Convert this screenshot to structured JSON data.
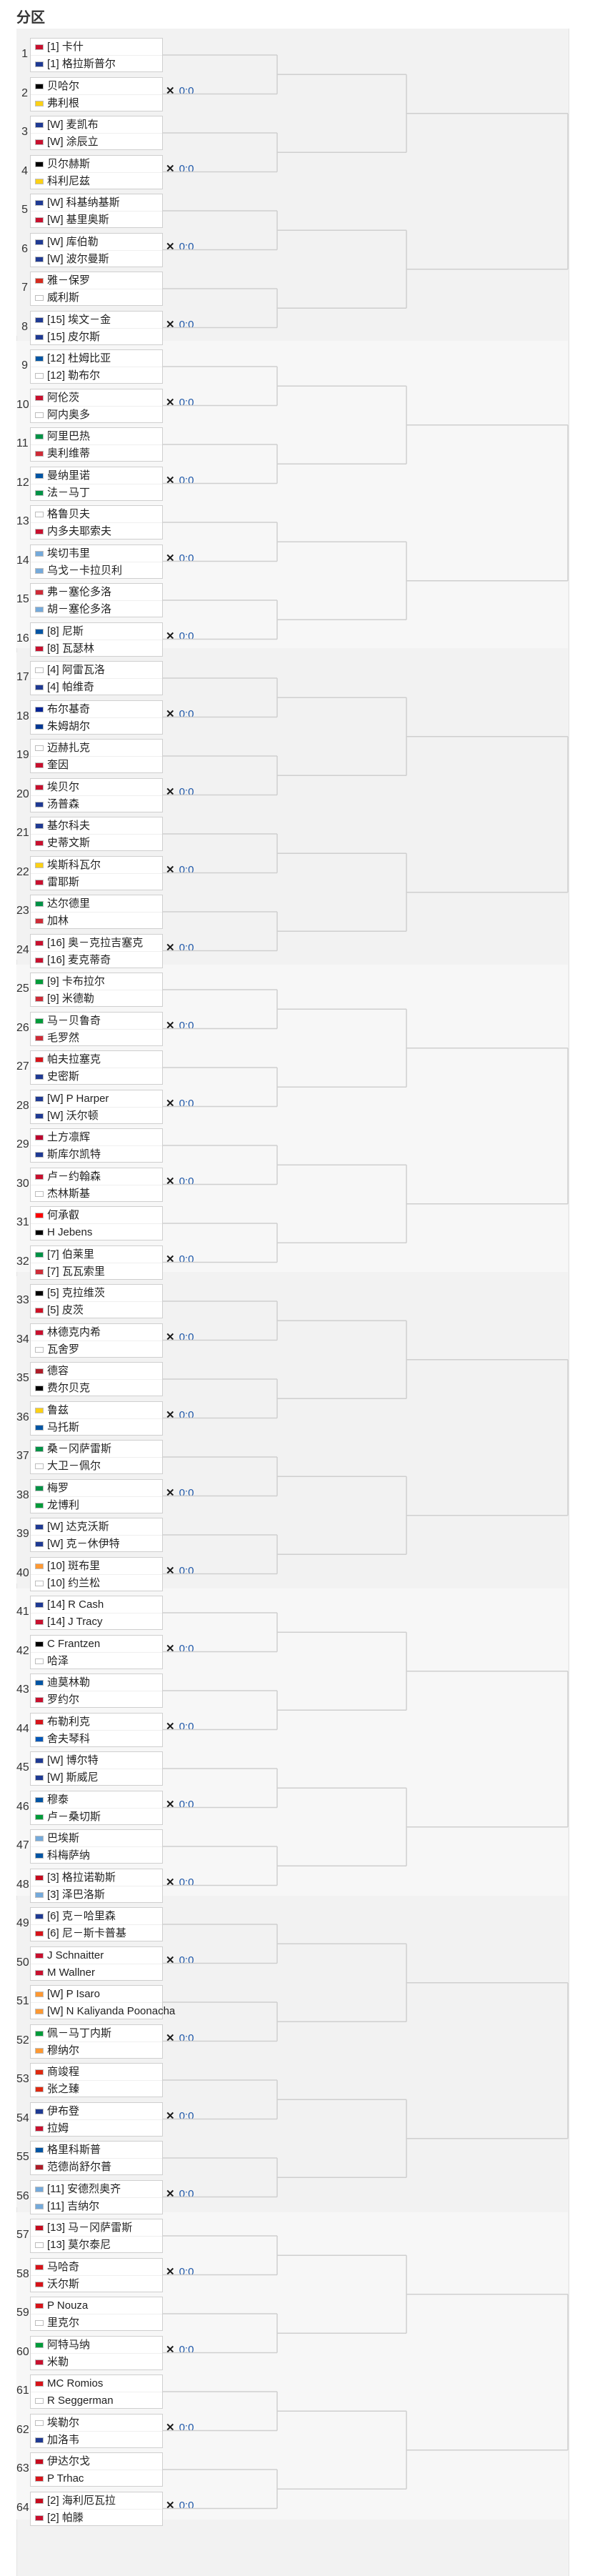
{
  "section_label": "分区",
  "score_label": "0:0",
  "matches": [
    {
      "seed": 1,
      "a": "[1] 卡什",
      "b": "[1] 格拉斯普尔"
    },
    {
      "seed": 2,
      "a": "贝哈尔",
      "b": "弗利根"
    },
    {
      "seed": 3,
      "a": "[W] 麦凯布",
      "b": "[W] 涂辰立"
    },
    {
      "seed": 4,
      "a": "贝尔赫斯",
      "b": "科利尼兹"
    },
    {
      "seed": 5,
      "a": "[W] 科基纳基斯",
      "b": "[W] 基里奥斯"
    },
    {
      "seed": 6,
      "a": "[W] 库伯勒",
      "b": "[W] 波尔曼斯"
    },
    {
      "seed": 7,
      "a": "雅－保罗",
      "b": "威利斯"
    },
    {
      "seed": 8,
      "a": "[15] 埃文－金",
      "b": "[15] 皮尔斯"
    },
    {
      "seed": 9,
      "a": "[12] 杜姆比亚",
      "b": "[12] 勒布尔"
    },
    {
      "seed": 10,
      "a": "阿伦茨",
      "b": "阿内奥多"
    },
    {
      "seed": 11,
      "a": "阿里巴热",
      "b": "奥利维蒂"
    },
    {
      "seed": 12,
      "a": "曼纳里诺",
      "b": "法－马丁"
    },
    {
      "seed": 13,
      "a": "格鲁贝夫",
      "b": "内多夫耶索夫"
    },
    {
      "seed": 14,
      "a": "埃切韦里",
      "b": "乌戈－卡拉贝利"
    },
    {
      "seed": 15,
      "a": "弗－塞伦多洛",
      "b": "胡－塞伦多洛"
    },
    {
      "seed": 16,
      "a": "[8] 尼斯",
      "b": "[8] 瓦瑟林"
    },
    {
      "seed": 17,
      "a": "[4] 阿雷瓦洛",
      "b": "[4] 帕维奇"
    },
    {
      "seed": 18,
      "a": "布尔基奇",
      "b": "朱姆胡尔"
    },
    {
      "seed": 19,
      "a": "迈赫扎克",
      "b": "奎因"
    },
    {
      "seed": 20,
      "a": "埃贝尔",
      "b": "汤普森"
    },
    {
      "seed": 21,
      "a": "基尔科夫",
      "b": "史蒂文斯"
    },
    {
      "seed": 22,
      "a": "埃斯科瓦尔",
      "b": "雷耶斯"
    },
    {
      "seed": 23,
      "a": "达尔德里",
      "b": "加林"
    },
    {
      "seed": 24,
      "a": "[16] 奥－克拉吉塞克",
      "b": "[16] 麦克蒂奇"
    },
    {
      "seed": 25,
      "a": "[9] 卡布拉尔",
      "b": "[9] 米德勒"
    },
    {
      "seed": 26,
      "a": "马－贝鲁奇",
      "b": "毛罗然"
    },
    {
      "seed": 27,
      "a": "帕夫拉塞克",
      "b": "史密斯"
    },
    {
      "seed": 28,
      "a": "[W] P Harper",
      "b": "[W] 沃尔顿"
    },
    {
      "seed": 29,
      "a": "土方凛辉",
      "b": "斯库尔凯特"
    },
    {
      "seed": 30,
      "a": "卢－约翰森",
      "b": "杰林斯基"
    },
    {
      "seed": 31,
      "a": "何承叡",
      "b": "H Jebens"
    },
    {
      "seed": 32,
      "a": "[7] 伯莱里",
      "b": "[7] 瓦瓦索里"
    },
    {
      "seed": 33,
      "a": "[5] 克拉维茨",
      "b": "[5] 皮茨"
    },
    {
      "seed": 34,
      "a": "林德克内希",
      "b": "瓦舍罗"
    },
    {
      "seed": 35,
      "a": "德容",
      "b": "费尔贝克"
    },
    {
      "seed": 36,
      "a": "鲁兹",
      "b": "马托斯"
    },
    {
      "seed": 37,
      "a": "桑－冈萨雷斯",
      "b": "大卫－佩尔"
    },
    {
      "seed": 38,
      "a": "梅罗",
      "b": "龙博利"
    },
    {
      "seed": 39,
      "a": "[W] 达克沃斯",
      "b": "[W] 克－休伊特"
    },
    {
      "seed": 40,
      "a": "[10] 斑布里",
      "b": "[10] 约兰松"
    },
    {
      "seed": 41,
      "a": "[14] R Cash",
      "b": "[14] J Tracy"
    },
    {
      "seed": 42,
      "a": "C Frantzen",
      "b": "哈泽"
    },
    {
      "seed": 43,
      "a": "迪莫林勒",
      "b": "罗约尔"
    },
    {
      "seed": 44,
      "a": "布勒利克",
      "b": "舍夫琴科"
    },
    {
      "seed": 45,
      "a": "[W] 博尔特",
      "b": "[W] 斯威尼"
    },
    {
      "seed": 46,
      "a": "穆泰",
      "b": "卢－桑切斯"
    },
    {
      "seed": 47,
      "a": "巴埃斯",
      "b": "科梅萨纳"
    },
    {
      "seed": 48,
      "a": "[3] 格拉诺勒斯",
      "b": "[3] 泽巴洛斯"
    },
    {
      "seed": 49,
      "a": "[6] 克－哈里森",
      "b": "[6] 尼－斯卡普基"
    },
    {
      "seed": 50,
      "a": "J Schnaitter",
      "b": "M Wallner"
    },
    {
      "seed": 51,
      "a": "[W] P Isaro",
      "b": "[W] N Kaliyanda Poonacha"
    },
    {
      "seed": 52,
      "a": "佩－马丁内斯",
      "b": "穆纳尔"
    },
    {
      "seed": 53,
      "a": "商竣程",
      "b": "张之臻"
    },
    {
      "seed": 54,
      "a": "伊布登",
      "b": "拉姆"
    },
    {
      "seed": 55,
      "a": "格里科斯普",
      "b": "范德尚舒尔普"
    },
    {
      "seed": 56,
      "a": "[11] 安德烈奥齐",
      "b": "[11] 吉纳尔"
    },
    {
      "seed": 57,
      "a": "[13] 马－冈萨雷斯",
      "b": "[13] 莫尔泰尼"
    },
    {
      "seed": 58,
      "a": "马哈奇",
      "b": "沃尔斯"
    },
    {
      "seed": 59,
      "a": "P Nouza",
      "b": "里克尔"
    },
    {
      "seed": 60,
      "a": "阿特马纳",
      "b": "米勒"
    },
    {
      "seed": 61,
      "a": "MC Romios",
      "b": "R Seggerman"
    },
    {
      "seed": 62,
      "a": "埃勒尔",
      "b": "加洛韦"
    },
    {
      "seed": 63,
      "a": "伊达尔戈",
      "b": "P Trhac"
    },
    {
      "seed": 64,
      "a": "[2] 海利厄瓦拉",
      "b": "[2] 帕滕"
    }
  ],
  "colors": {
    "flags": [
      [
        "#c8102e",
        "#1f3a93"
      ],
      [
        "#000000",
        "#fcd116"
      ],
      [
        "#1f3a93",
        "#c8102e"
      ],
      [
        "#000000",
        "#fcd116"
      ],
      [
        "#1f3a93",
        "#c8102e"
      ],
      [
        "#1f3a93",
        "#1f3a93"
      ],
      [
        "#d52b1e",
        "#ffffff"
      ],
      [
        "#1f3a93",
        "#1f3a93"
      ],
      [
        "#0055a4",
        "#ffffff"
      ],
      [
        "#c8102e",
        "#ffffff"
      ],
      [
        "#009246",
        "#ce2b37"
      ],
      [
        "#0055a4",
        "#009246"
      ],
      [
        "#ffffff",
        "#c8102e"
      ],
      [
        "#75aadb",
        "#75aadb"
      ],
      [
        "#ce2b37",
        "#75aadb"
      ],
      [
        "#0055a4",
        "#c8102e"
      ],
      [
        "#ffffff",
        "#1f3a93"
      ],
      [
        "#002395",
        "#003893"
      ],
      [
        "#ffffff",
        "#c8102e"
      ],
      [
        "#c8102e",
        "#1f3a93"
      ],
      [
        "#1f3a93",
        "#c8102e"
      ],
      [
        "#fcd116",
        "#c8102e"
      ],
      [
        "#009246",
        "#ce2b37"
      ],
      [
        "#c8102e",
        "#c8102e"
      ],
      [
        "#009b3a",
        "#ce2b37"
      ],
      [
        "#009b3a",
        "#ce2b37"
      ],
      [
        "#d7141a",
        "#1f3a93"
      ],
      [
        "#1f3a93",
        "#1f3a93"
      ],
      [
        "#bc002d",
        "#1f3a93"
      ],
      [
        "#c8102e",
        "#ffffff"
      ],
      [
        "#fe0000",
        "#000000"
      ],
      [
        "#009246",
        "#ce2b37"
      ],
      [
        "#000000",
        "#ce1126"
      ],
      [
        "#c8102e",
        "#ffffff"
      ],
      [
        "#ae1c28",
        "#000000"
      ],
      [
        "#fcd116",
        "#0055a4"
      ],
      [
        "#009246",
        "#ffffff"
      ],
      [
        "#009246",
        "#009b3a"
      ],
      [
        "#1f3a93",
        "#1f3a93"
      ],
      [
        "#ff9933",
        "#ffffff"
      ],
      [
        "#1f3a93",
        "#c8102e"
      ],
      [
        "#000000",
        "#ffffff"
      ],
      [
        "#0055a4",
        "#c8102e"
      ],
      [
        "#d7141a",
        "#0057b8"
      ],
      [
        "#1f3a93",
        "#1f3a93"
      ],
      [
        "#0055a4",
        "#009b3a"
      ],
      [
        "#75aadb",
        "#0055a4"
      ],
      [
        "#c60b1e",
        "#75aadb"
      ],
      [
        "#1f3a93",
        "#d7141a"
      ],
      [
        "#c8102e",
        "#c8102e"
      ],
      [
        "#ff9933",
        "#ff9933"
      ],
      [
        "#009b3a",
        "#ff9933"
      ],
      [
        "#de2910",
        "#de2910"
      ],
      [
        "#1f3a93",
        "#c8102e"
      ],
      [
        "#0055a4",
        "#ae1c28"
      ],
      [
        "#75aadb",
        "#75aadb"
      ],
      [
        "#c60b1e",
        "#ffffff"
      ],
      [
        "#d7141a",
        "#d7141a"
      ],
      [
        "#d7141a",
        "#ffffff"
      ],
      [
        "#009b3a",
        "#c8102e"
      ],
      [
        "#d7141a",
        "#ffffff"
      ],
      [
        "#ffffff",
        "#1f3a93"
      ],
      [
        "#c60b1e",
        "#d7141a"
      ],
      [
        "#c60b1e",
        "#c8102e"
      ]
    ]
  }
}
